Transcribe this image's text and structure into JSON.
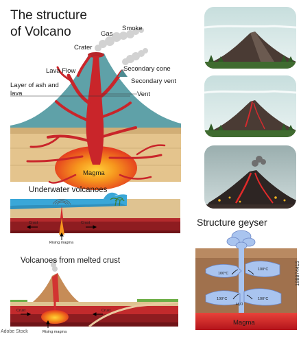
{
  "main_title_line1": "The structure",
  "main_title_line2": "of  Volcano",
  "volcano_labels": {
    "gas": "Gas",
    "smoke": "Smoke",
    "crater": "Crater",
    "lava_flow": "Lava Flow",
    "secondary_cone": "Secondary cone",
    "secondary_vent": "Secondary vent",
    "layer_line1": "Layer of ash and",
    "layer_line2": "lava",
    "vent": "Vent",
    "magma": "Magma"
  },
  "underwater": {
    "title": "Underwater volcanoes",
    "crust_left": "Crust",
    "crust_right": "Crust",
    "rising_magma": "Rising magma"
  },
  "melted": {
    "title": "Volcanoes from melted crust",
    "crust_left": "Crust",
    "crust_right": "Crust",
    "rising_magma": "Rising magma"
  },
  "geyser": {
    "title": "Structure geyser",
    "temp1": "100°C",
    "temp2": "100°C",
    "temp3": "100°C",
    "temp4": "100°C",
    "water": "H₂O",
    "magma": "Magma"
  },
  "watermark": {
    "id": "188874415",
    "site": "Adobe Stock"
  },
  "colors": {
    "mountain": "#5fa1a8",
    "ground": "#e4c48d",
    "lava": "#d2292e",
    "magma_core": "#f7a21b",
    "crust_dark": "#8e1c20",
    "water": "#3aa7d8",
    "geyser_water": "#a9c4ef",
    "rock": "#5a4b42"
  }
}
